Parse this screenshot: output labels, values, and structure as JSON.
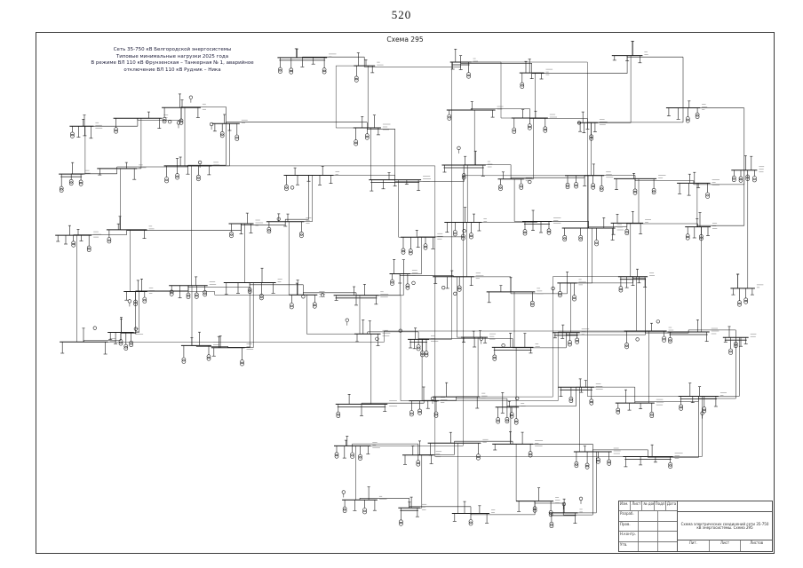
{
  "page": {
    "number": "520",
    "scheme_title": "Схема 295"
  },
  "annotation": {
    "lines": [
      "Сеть 35-750 кВ Белгородской энергосистемы",
      "Типовые минимальные нагрузки 2025 года",
      "В режиме ВЛ 110 кВ Фрунзенская – Танкерная № 1, аварийное",
      "отключение ВЛ 110 кВ Рудник – Ника"
    ]
  },
  "stamp": {
    "cols": [
      "Изм.",
      "Лист",
      "№ докум.",
      "Подп.",
      "Дата"
    ],
    "roles": [
      "Разраб.",
      "Пров.",
      "Н.контр.",
      "Утв."
    ],
    "doc_title": "Схема электрических соединений сети 35-750 кВ энергосистемы. Схема 295",
    "lit": "Лит.",
    "sheet_label": "Лист",
    "sheets_label": "Листов"
  },
  "diagram": {
    "stroke_color": "#1c1c1c",
    "label_color": "#555555"
  }
}
